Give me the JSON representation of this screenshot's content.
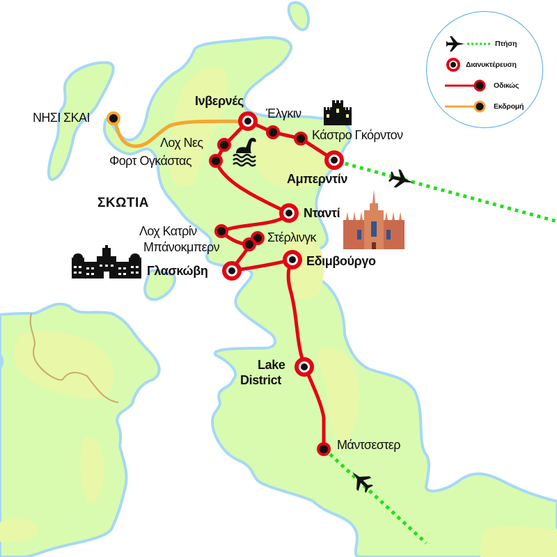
{
  "map": {
    "region_label": "ΣΚΩΤΙΑ",
    "colors": {
      "land": "#d9fbb0",
      "land_highland": "#e8f7a8",
      "coast": "#a6d8f5",
      "road": "#e30613",
      "excursion": "#f7a531",
      "flight": "#22e01a",
      "water": "#ffffff",
      "border": "#c9a86a"
    },
    "places": [
      {
        "name": "Ινβερνές",
        "type": "overnight",
        "bold": true
      },
      {
        "name": "Έλγκιν",
        "type": "stop",
        "bold": false
      },
      {
        "name": "Κάστρο Γκόρντον",
        "type": "stop",
        "bold": false
      },
      {
        "name": "Αμπερντίν",
        "type": "overnight",
        "bold": true
      },
      {
        "name": "Λοχ Νες",
        "type": "stop",
        "bold": false
      },
      {
        "name": "Φορτ Ογκάστας",
        "type": "stop",
        "bold": false
      },
      {
        "name": "ΝΗΣΙ ΣΚΑΙ",
        "type": "excursion",
        "bold": false
      },
      {
        "name": "Νταντί",
        "type": "overnight",
        "bold": true
      },
      {
        "name": "Λοχ Κατρίν",
        "type": "stop",
        "bold": false
      },
      {
        "name": "Στέρλινγκ",
        "type": "stop",
        "bold": false
      },
      {
        "name": "Μπάνοκμπερν",
        "type": "stop",
        "bold": false
      },
      {
        "name": "Γλασκώβη",
        "type": "overnight",
        "bold": true
      },
      {
        "name": "Εδιμβούργο",
        "type": "overnight",
        "bold": true
      },
      {
        "name": "Lake",
        "type": "overnight",
        "bold": true
      },
      {
        "name": "District",
        "type": "overnight",
        "bold": true
      },
      {
        "name": "Μάντσεστερ",
        "type": "stop",
        "bold": false
      }
    ],
    "icons": [
      "castle-icon",
      "loch-ness-monster-icon",
      "cathedral-icon",
      "palace-icon",
      "airplane-icon",
      "airplane-icon"
    ]
  },
  "legend": {
    "items": [
      {
        "icon": "airplane-flight-icon",
        "label": "Πτήση"
      },
      {
        "icon": "overnight-stop-icon",
        "label": "Διανυκτέρευση"
      },
      {
        "icon": "road-route-icon",
        "label": "Οδικώς"
      },
      {
        "icon": "excursion-route-icon",
        "label": "Εκδρομή"
      }
    ]
  }
}
